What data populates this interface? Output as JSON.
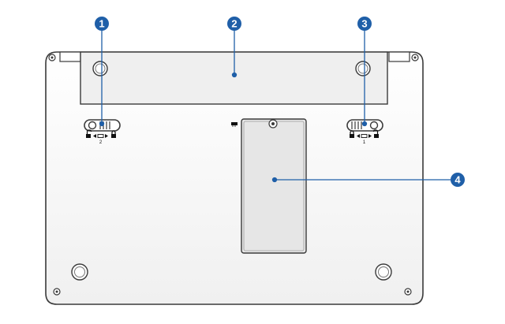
{
  "callouts": [
    {
      "number": "1",
      "target": "battery-lock-left"
    },
    {
      "number": "2",
      "target": "battery-pack"
    },
    {
      "number": "3",
      "target": "battery-lock-right"
    },
    {
      "number": "4",
      "target": "memory-compartment"
    }
  ],
  "lock_left": {
    "index_label": "2"
  },
  "lock_right": {
    "index_label": "1"
  },
  "colors": {
    "callout": "#1f5fa8",
    "outline": "#3a3a3a",
    "panel_fill": "#f7f7f7",
    "battery_fill": "#eeeeee",
    "compartment_fill": "#e4e4e4"
  }
}
